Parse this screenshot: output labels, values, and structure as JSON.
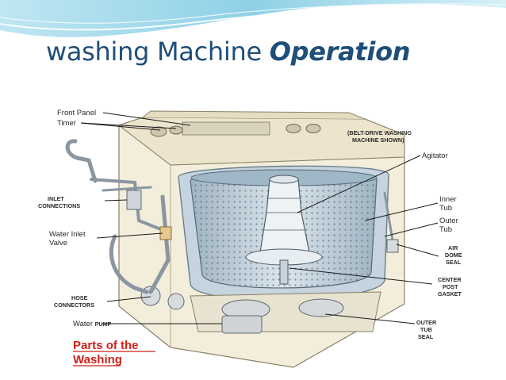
{
  "slide": {
    "title_plain": "washing Machine ",
    "title_emphasis": "Operation"
  },
  "diagram": {
    "labels": {
      "front_panel": "Front Panel",
      "timer": "Timer",
      "belt_drive_note_1": "(BELT-DRIVE WASHING",
      "belt_drive_note_2": "MACHINE SHOWN)",
      "agitator": "Agitator",
      "inlet_connections_1": "INLET",
      "inlet_connections_2": "CONNECTIONS",
      "inner_tub_1": "Inner",
      "inner_tub_2": "Tub",
      "outer_tub_1": "Outer",
      "outer_tub_2": "Tub",
      "water_inlet_valve_1": "Water Inlet",
      "water_inlet_valve_2": "Valve",
      "air_dome_seal_1": "AIR",
      "air_dome_seal_2": "DOME",
      "air_dome_seal_3": "SEAL",
      "center_post_gasket_1": "CENTER",
      "center_post_gasket_2": "POST",
      "center_post_gasket_3": "GASKET",
      "hose_connectors_1": "HOSE",
      "hose_connectors_2": "CONNECTORS",
      "water_pump_1": "Water",
      "water_pump_2": "PUMP",
      "outer_tub_seal_1": "OUTER",
      "outer_tub_seal_2": "TUB",
      "outer_tub_seal_3": "SEAL"
    },
    "caption_line1": "Parts of the",
    "caption_line2": "Washing"
  },
  "colors": {
    "title": "#1f4e79",
    "caption": "#d0201b",
    "wave": "#8fd1e6",
    "cabinet": "#f3eddb",
    "tub": "#b7c8d3"
  }
}
